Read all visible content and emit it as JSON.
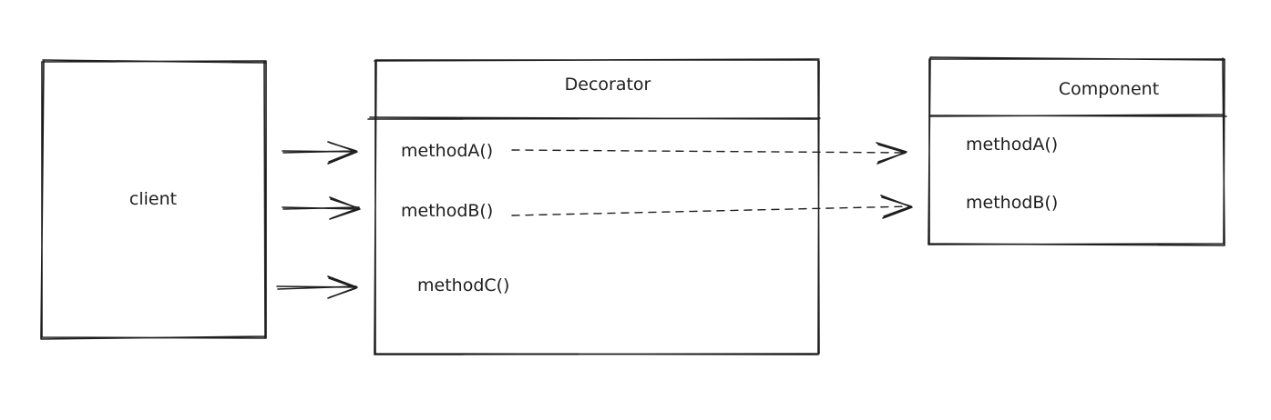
{
  "client": {
    "label": "client"
  },
  "decorator": {
    "title": "Decorator",
    "methods": [
      "methodA()",
      "methodB()",
      "methodC()"
    ]
  },
  "component": {
    "title": "Component",
    "methods": [
      "methodA()",
      "methodB()"
    ]
  }
}
